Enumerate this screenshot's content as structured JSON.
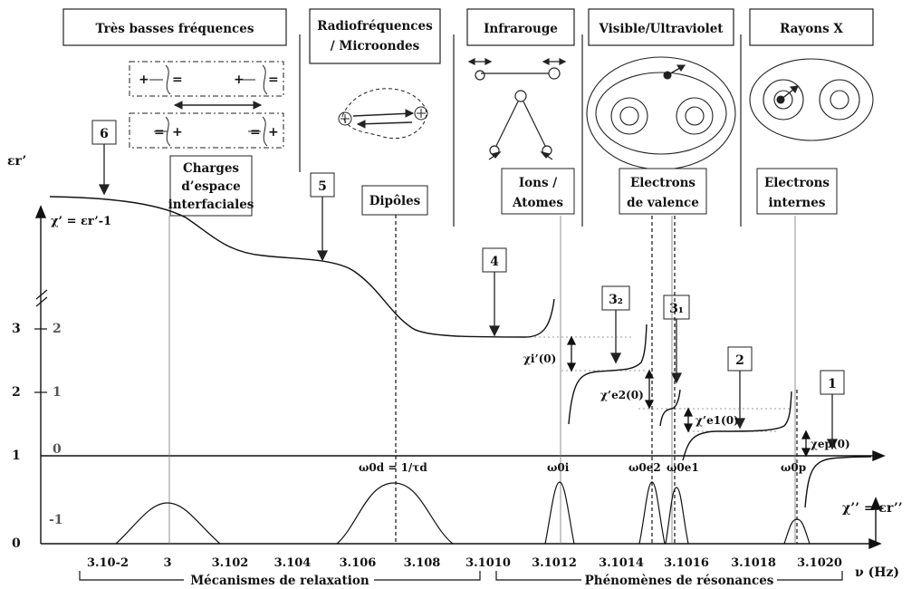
{
  "regions": [
    {
      "id": "vlf",
      "title": [
        "Très basses fréquences"
      ]
    },
    {
      "id": "rf",
      "title": [
        "Radiofréquences",
        "/ Microondes"
      ]
    },
    {
      "id": "ir",
      "title": [
        "Infrarouge"
      ]
    },
    {
      "id": "vuv",
      "title": [
        "Visible/Ultraviolet"
      ]
    },
    {
      "id": "xray",
      "title": [
        "Rayons X"
      ]
    }
  ],
  "mechanisms": {
    "space_charge": [
      "Charges",
      "d’espace",
      "interfaciales"
    ],
    "dipoles": [
      "Dipôles"
    ],
    "ions": [
      "Ions /",
      "Atomes"
    ],
    "valence": [
      "Electrons",
      "de valence"
    ],
    "internal": [
      "Electrons",
      "internes"
    ]
  },
  "callouts": [
    "6",
    "5",
    "4",
    "3₂",
    "3₁",
    "2",
    "1"
  ],
  "axis": {
    "y_title": "εr’",
    "chi_prime_def": "χ’ = εr’-1",
    "x_title": "ν (Hz)",
    "chi_second": "χ’’ = εr’’",
    "er_ticks": [
      "3",
      "2",
      "1",
      "0"
    ],
    "chi_ticks": [
      "2",
      "1",
      "0",
      "-1"
    ],
    "x_ticks": [
      "3.10-2",
      "3",
      "3.102",
      "3.104",
      "3.106",
      "3.108",
      "3.1010",
      "3.1012",
      "3.1014",
      "3.1016",
      "3.1018",
      "3.1020"
    ]
  },
  "resonance_labels": {
    "w0d": "ω0d = 1/τd",
    "w0i": "ω0i",
    "w0e2": "ω0e2",
    "w0e1": "ω0e1",
    "w0p": "ω0p"
  },
  "chi_labels": {
    "chi_i": "χi’(0)",
    "chi_e2": "χ’e2(0)",
    "chi_e1": "χ’e1(0)",
    "chi_ep": "χep(0)"
  },
  "bottom": {
    "relaxation": "Mécanismes de relaxation",
    "resonance": "Phénomènes de résonances"
  }
}
